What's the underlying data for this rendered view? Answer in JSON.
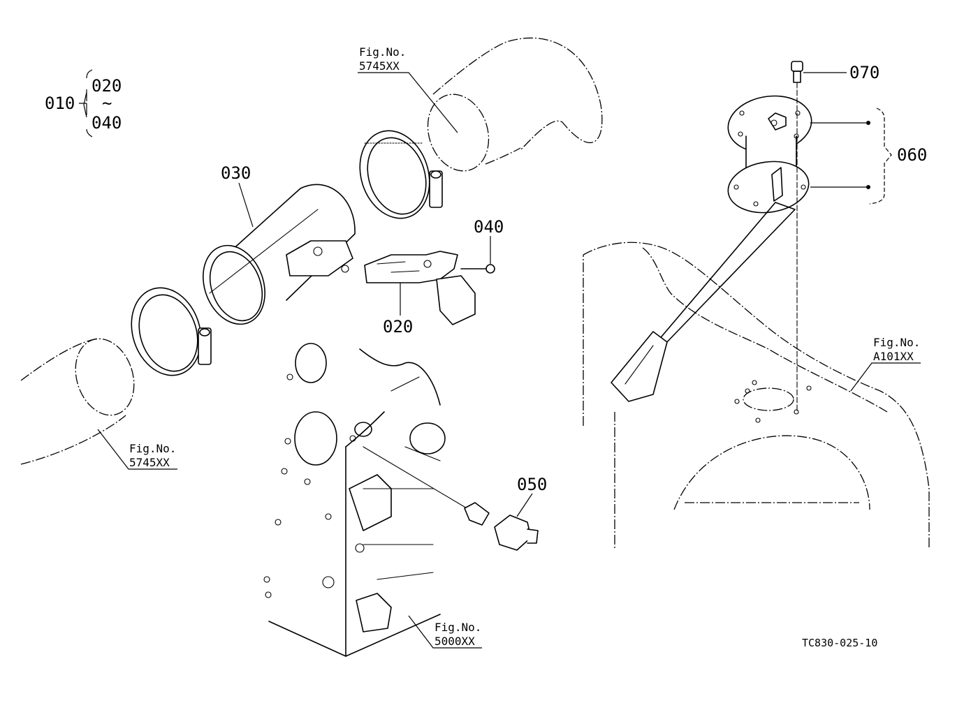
{
  "labels": {
    "p010": "010",
    "p020_range": "020",
    "range_tilde": "~",
    "p040_range": "040",
    "p030": "030",
    "p040": "040",
    "p020": "020",
    "p050": "050",
    "p060": "060",
    "p070": "070"
  },
  "figure_refs": {
    "top": {
      "line1": "Fig.No.",
      "line2": "5745XX"
    },
    "left": {
      "line1": "Fig.No.",
      "line2": "5745XX"
    },
    "engine": {
      "line1": "Fig.No.",
      "line2": "5000XX"
    },
    "tank": {
      "line1": "Fig.No.",
      "line2": "A101XX"
    }
  },
  "drawing_code": "TC830-025-10",
  "colors": {
    "ink": "#000000",
    "paper": "#ffffff"
  }
}
